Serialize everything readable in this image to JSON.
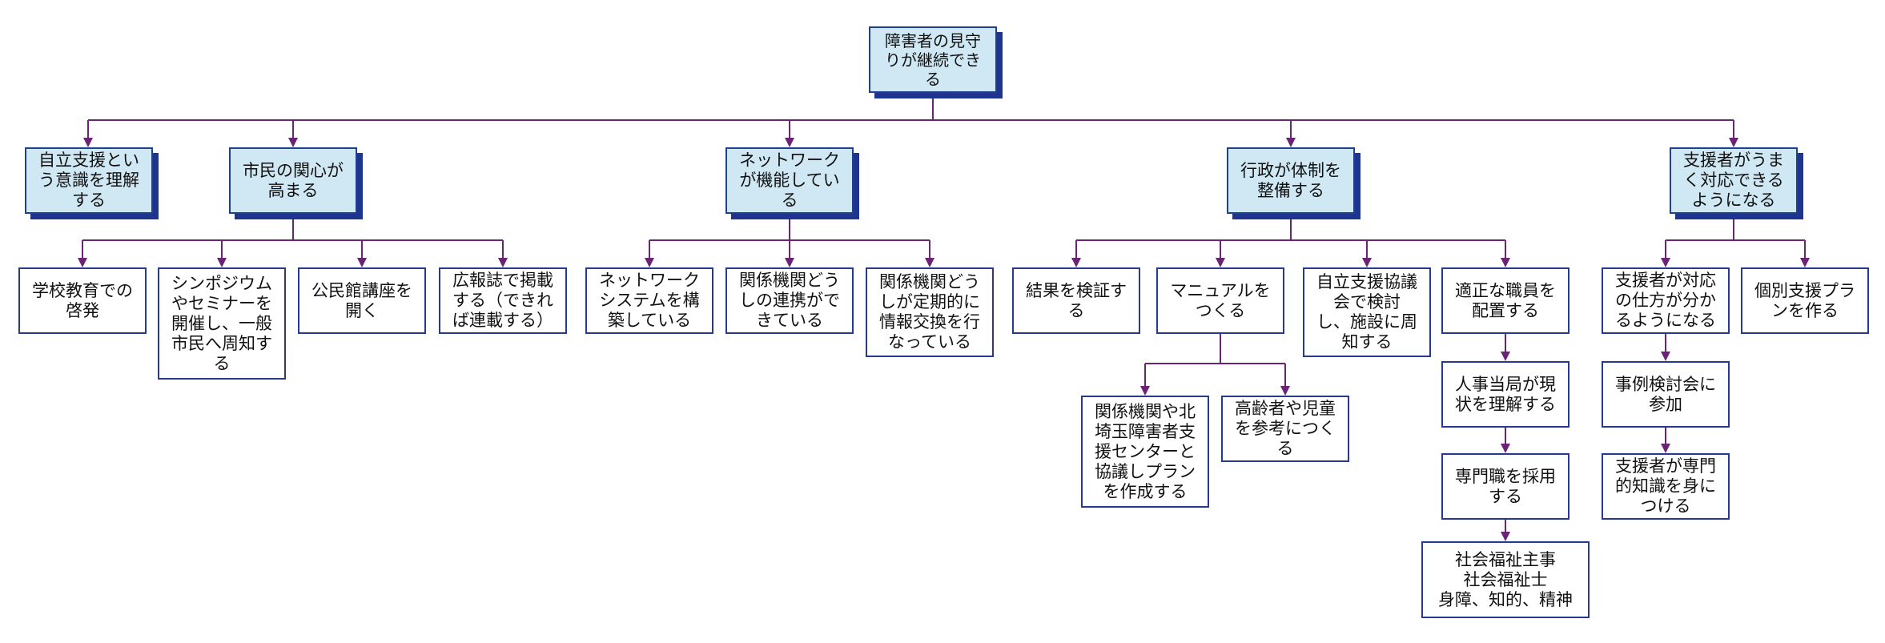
{
  "colors": {
    "connector": "#6b2475",
    "box_border": "#253a8c",
    "highlight_fill": "#cfe8f4",
    "highlight_shadow": "#1f3490"
  },
  "root": "障害者の見守\nりが継続でき\nる",
  "categories": {
    "c1": "自立支援とい\nう意識を理解\nする",
    "c2": "市民の関心が\n高まる",
    "c3": "ネットワーク\nが機能してい\nる",
    "c4": "行政が体制を\n整備する",
    "c5": "支援者がうま\nく対応できる\nようになる"
  },
  "items": {
    "c2_1": "学校教育での\n啓発",
    "c2_2": "シンポジウム\nやセミナーを\n開催し、一般\n市民へ周知す\nる",
    "c2_3": "公民館講座を\n開く",
    "c2_4": "広報誌で掲載\nする（できれ\nば連載する）",
    "c3_1": "ネットワーク\nシステムを構\n築している",
    "c3_2": "関係機関どう\nしの連携がで\nきている",
    "c3_3": "関係機関どう\nしが定期的に\n情報交換を行\nなっている",
    "c4_1": "結果を検証す\nる",
    "c4_2": "マニュアルを\nつくる",
    "c4_2a": "関係機関や北\n埼玉障害者支\n援センターと\n協議しプラン\nを作成する",
    "c4_2b": "高齢者や児童\nを参考につく\nる",
    "c4_3": "自立支援協議\n会で検討\nし、施設に周\n知する",
    "c4_4": "適正な職員を\n配置する",
    "c4_4a": "人事当局が現\n状を理解する",
    "c4_4b": "専門職を採用\nする",
    "c4_4c": "社会福祉主事\n社会福祉士\n身障、知的、精神",
    "c5_1": "支援者が対応\nの仕方が分か\nるようになる",
    "c5_1a": "事例検討会に\n参加",
    "c5_1b": "支援者が専門\n的知識を身に\nつける",
    "c5_2": "個別支援プラ\nンを作る"
  }
}
